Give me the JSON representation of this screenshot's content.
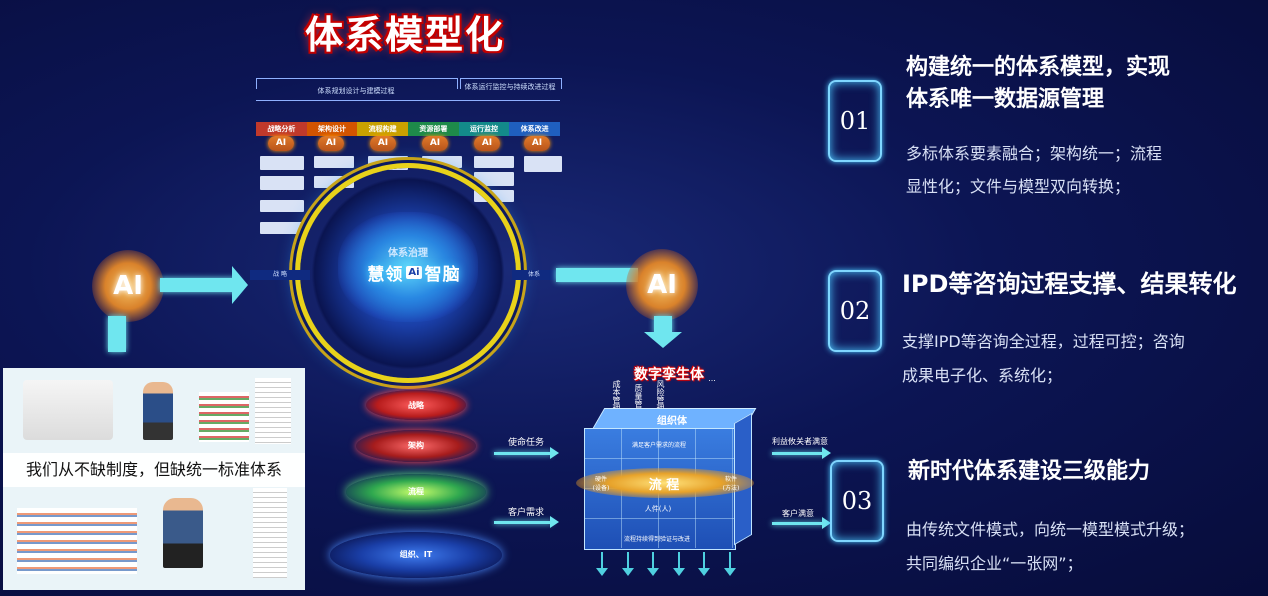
{
  "title": "体系模型化",
  "process": {
    "bracket_left": "体系规划设计与建模过程",
    "bracket_right": "体系运行监控与持续改进过程",
    "phases": [
      {
        "label": "战略分析",
        "color": "#c0392b"
      },
      {
        "label": "架构设计",
        "color": "#d35400"
      },
      {
        "label": "流程构建",
        "color": "#c9a100"
      },
      {
        "label": "资源部署",
        "color": "#1e8a4a"
      },
      {
        "label": "运行监控",
        "color": "#138a8a"
      },
      {
        "label": "体系改进",
        "color": "#1f5fbf"
      }
    ],
    "ai_label": "AI"
  },
  "brain": {
    "heading": "体系治理",
    "name_left": "慧领",
    "name_badge": "Ai",
    "name_right": "智脑",
    "left_tag": "战 略",
    "right_tag": "体系"
  },
  "ai_orbs": {
    "left": "AI",
    "right": "AI"
  },
  "layers": [
    {
      "label": "战略",
      "color": "#c0392b"
    },
    {
      "label": "架构",
      "color": "#c0392b"
    },
    {
      "label": "流程",
      "color": "#2fa84f"
    },
    {
      "label": "组织、IT",
      "color": "#1f4fb5"
    }
  ],
  "flow_labels": {
    "mission": "使命任务",
    "customer_need": "客户需求",
    "stakeholder": "利益攸关者满意",
    "customer_satisfaction": "客户满意"
  },
  "twin": {
    "title": "数字孪生体",
    "top_labels": [
      "成本管理",
      "质量管",
      "风险管理",
      "..."
    ],
    "org": "组织体",
    "value_flow": "满足客户需求的流程",
    "process": "流 程",
    "hardware": "硬件\n(设备)",
    "software": "软件\n(方法)",
    "people": "人件(人)",
    "bottom": "流程持续得到验证与改进"
  },
  "photo": {
    "banner": "我们从不缺制度，但缺统一标准体系"
  },
  "right_items": [
    {
      "num": "01",
      "title": "构建统一的体系模型，实现体系唯一数据源管理",
      "title_line1": "构建统一的体系模型，实现",
      "title_line2": "体系唯一数据源管理",
      "body_line1": "多标体系要素融合；架构统一；流程",
      "body_line2": "显性化；文件与模型双向转换；"
    },
    {
      "num": "02",
      "title_line1": "IPD等咨询过程支撑、结果转化",
      "body_line1": "支撑IPD等咨询全过程，过程可控；咨询",
      "body_line2": "成果电子化、系统化；"
    },
    {
      "num": "03",
      "title_line1": "新时代体系建设三级能力",
      "body_line1": "由传统文件模式，向统一模型模式升级；",
      "body_line2": "共同编织企业“一张网”；"
    }
  ],
  "colors": {
    "accent": "#6fe6ef",
    "orb": "#d9822b",
    "background": "#0c1554"
  }
}
